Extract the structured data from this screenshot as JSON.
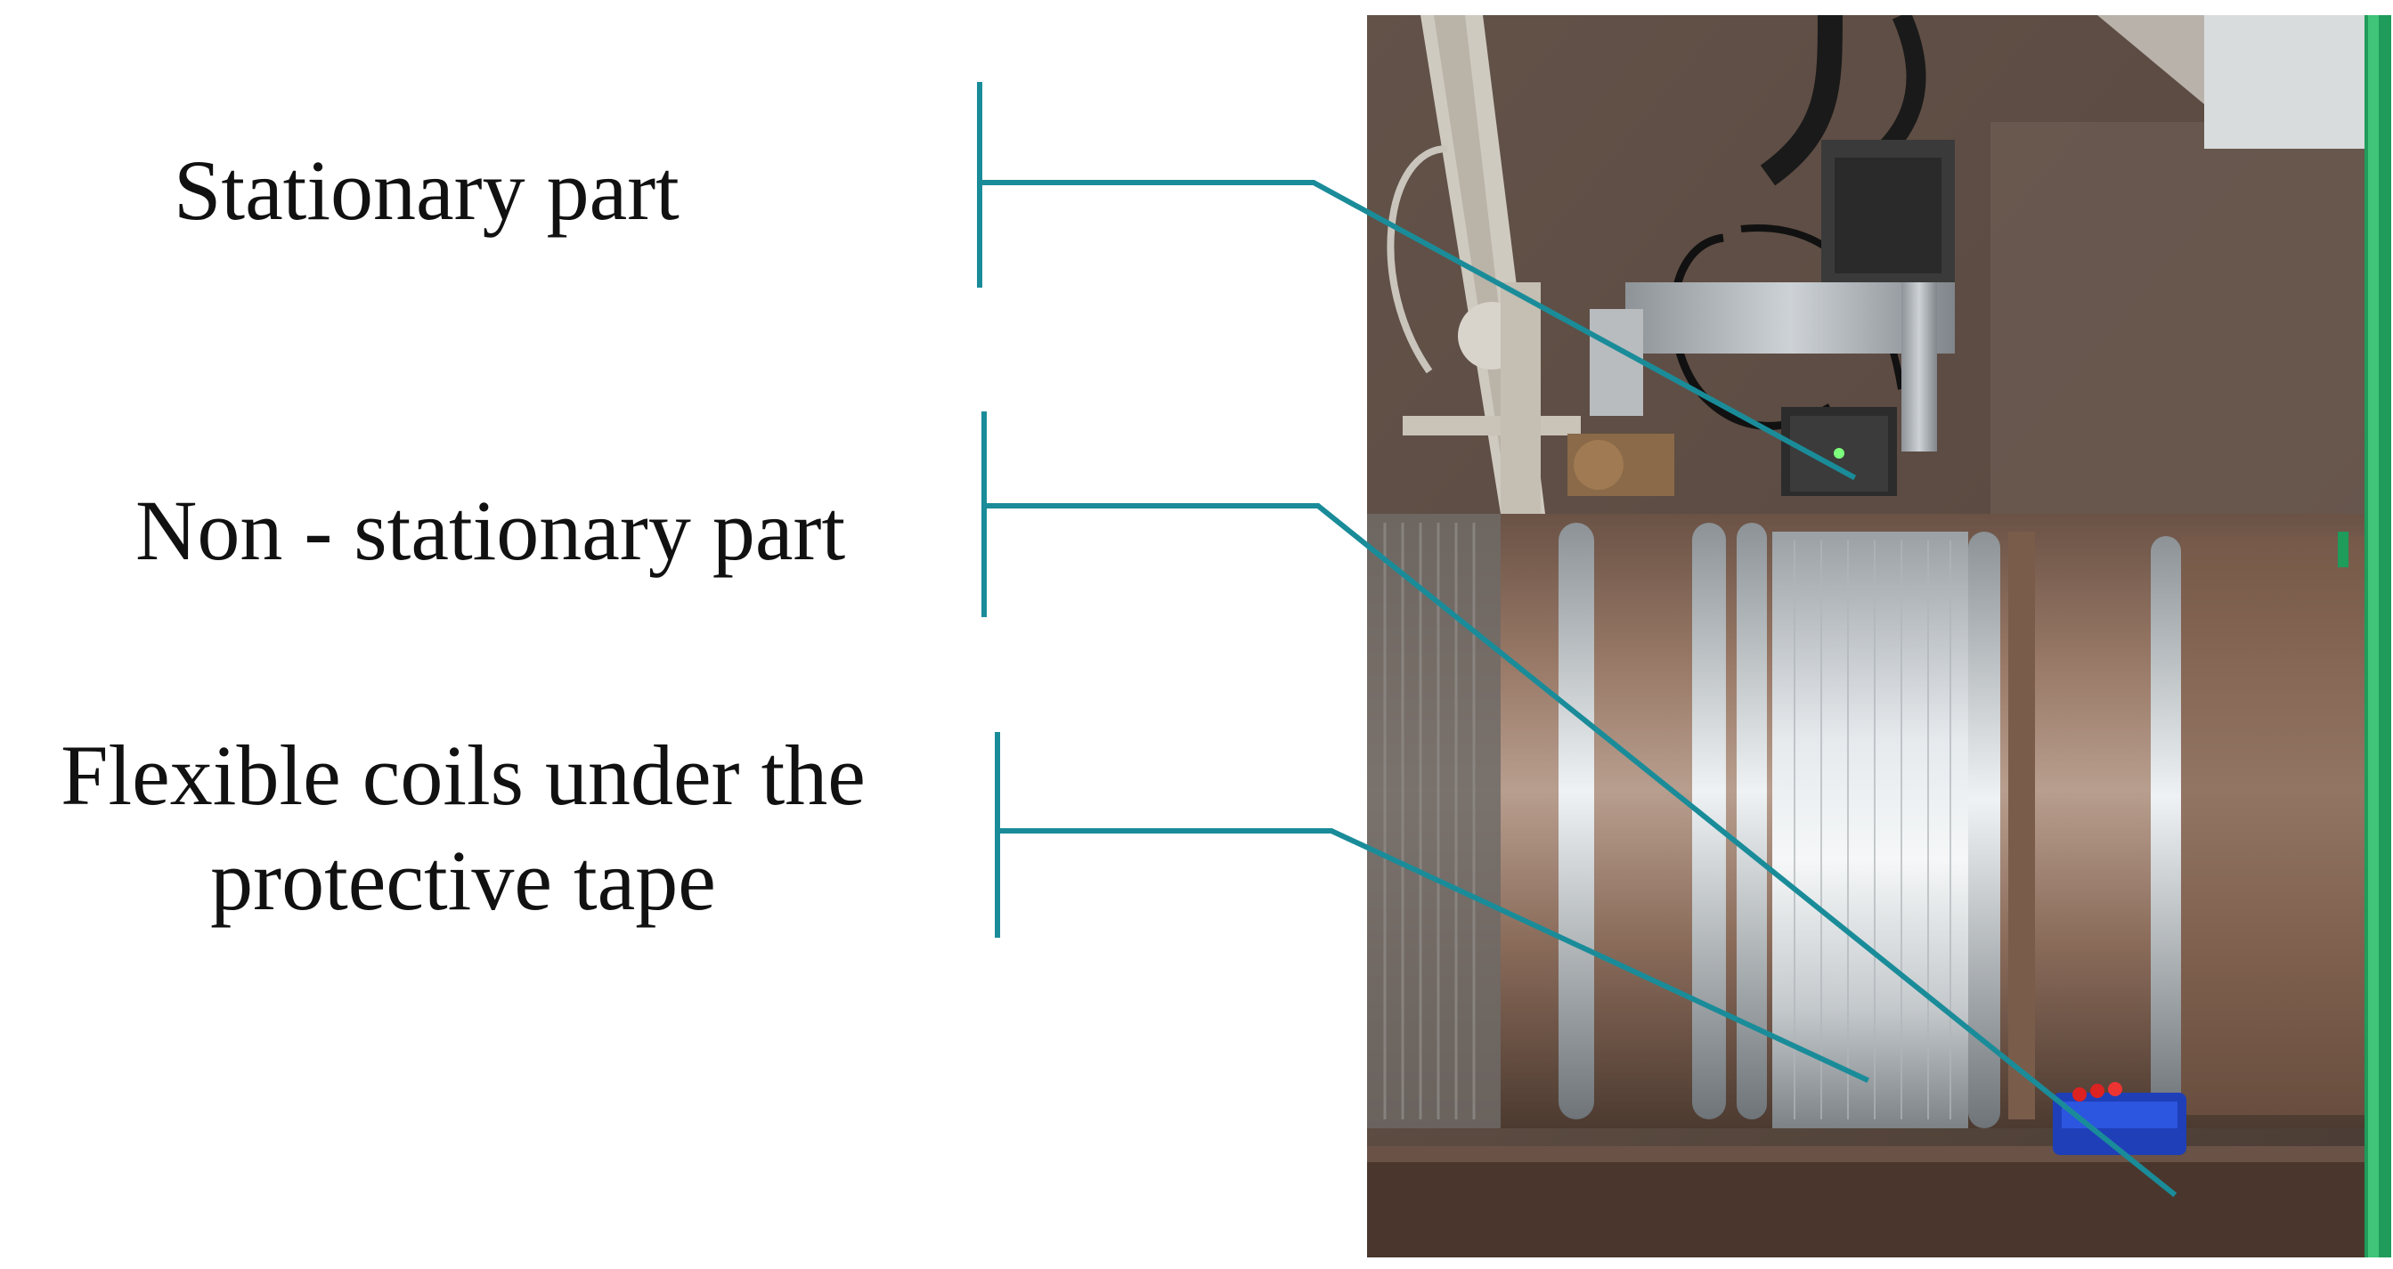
{
  "callouts": [
    {
      "id": "stationary",
      "text": "Stationary part"
    },
    {
      "id": "non-stationary",
      "text": "Non - stationary part"
    },
    {
      "id": "flexible-coils",
      "lines": [
        "Flexible coils under the",
        "protective tape"
      ]
    }
  ],
  "colors": {
    "callout_line": "#1a8c99",
    "background": "#ffffff",
    "text": "#111111"
  }
}
